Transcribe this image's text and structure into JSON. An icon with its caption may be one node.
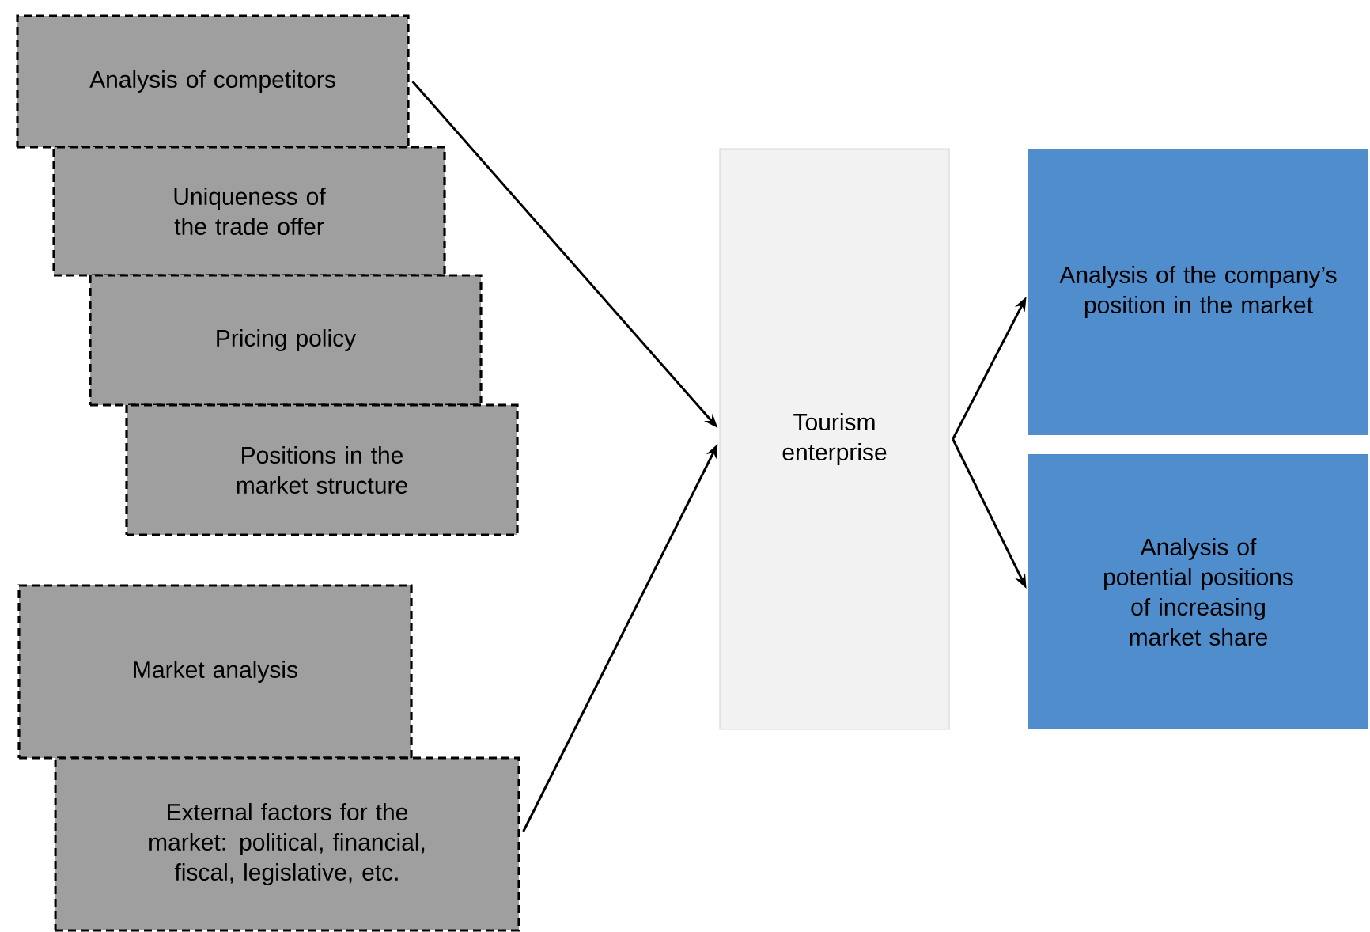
{
  "diagram": {
    "nodes": [
      {
        "text": [
          "Analysis of competitors"
        ]
      },
      {
        "text": [
          "Uniqueness of the trade offer"
        ]
      },
      {
        "text": [
          "Pricing policy"
        ]
      },
      {
        "text": [
          "Positions in the market structure"
        ]
      },
      {
        "text": [
          "Market analysis"
        ]
      },
      {
        "text": [
          "External factors for the market: political, financial, fiscal, legislative, etc."
        ]
      },
      {
        "text": [
          "Tourism enterprise"
        ]
      },
      {
        "text": [
          "Analysis of the company’s position in the market"
        ]
      },
      {
        "text": [
          "Analysis of potential positions of increasing market share"
        ]
      }
    ],
    "edges": [
      {
        "from": 0,
        "to": 6,
        "arrow": "to"
      },
      {
        "from": 5,
        "to": 6,
        "arrow": "to"
      },
      {
        "from": 6,
        "to": 7,
        "arrow": "to"
      },
      {
        "from": 6,
        "to": 8,
        "arrow": "to"
      }
    ]
  }
}
